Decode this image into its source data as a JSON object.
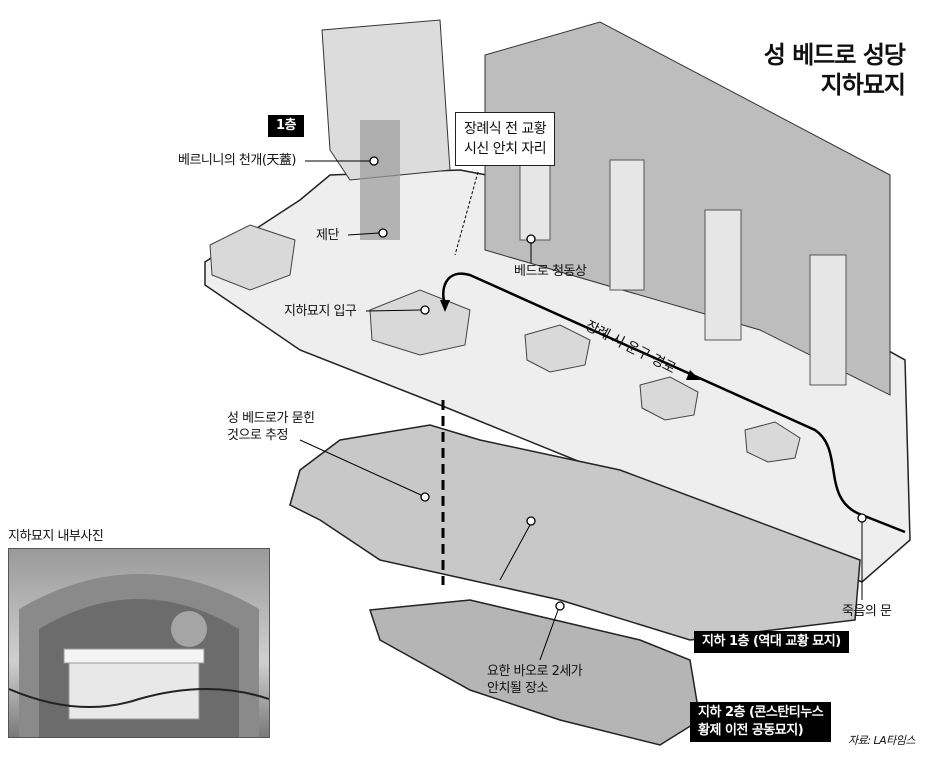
{
  "title": {
    "line1": "성 베드로 성당",
    "line2": "지하묘지"
  },
  "floor_tags": {
    "ground": "1층",
    "basement1": "지하 1층 (역대 교황 묘지)",
    "basement2_line1": "지하 2층 (콘스탄티누스",
    "basement2_line2": "황제 이전 공동묘지)"
  },
  "callout": {
    "line1": "장례식 전 교황",
    "line2": "시신 안치 자리"
  },
  "labels": {
    "baldachin": "베르니니의 천개(天蓋)",
    "altar": "제단",
    "statue": "베드로 청동상",
    "entrance": "지하묘지 입구",
    "route": "장례 시 운구 경로",
    "peter_tomb_line1": "성 베드로가 묻힌",
    "peter_tomb_line2": "것으로 추정",
    "door": "죽음의 문",
    "jp2_line1": "요한 바오로 2세가",
    "jp2_line2": "안치될 장소"
  },
  "photo_caption": "지하묘지  내부사진",
  "source": "자료: LA타임스"
}
